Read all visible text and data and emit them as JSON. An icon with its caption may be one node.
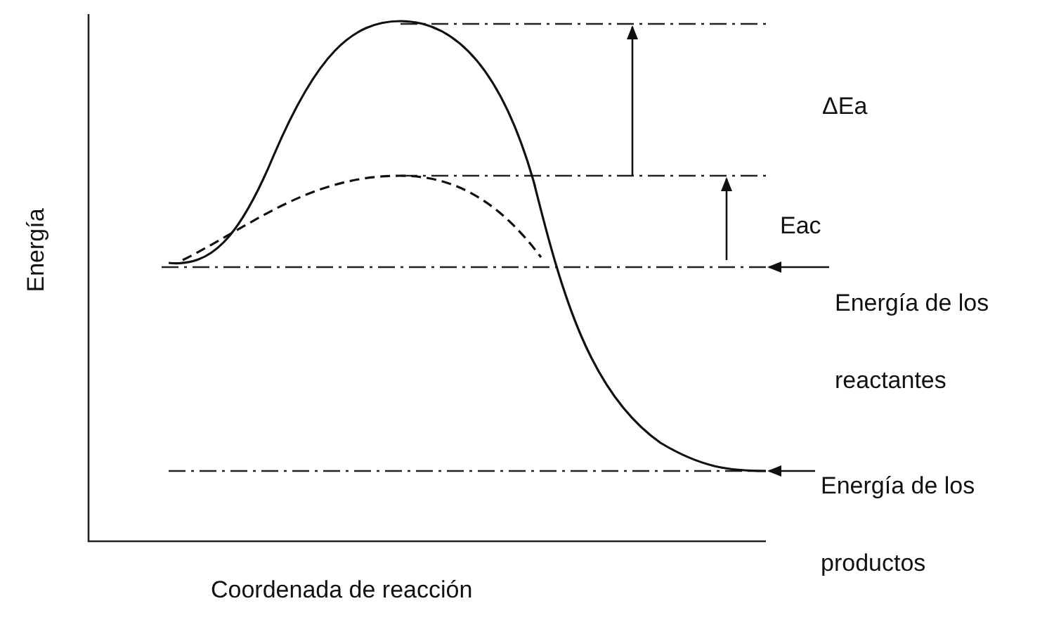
{
  "diagram": {
    "nodes": [
      {
        "text": [
          "Energía de los reactantes"
        ]
      },
      {
        "text": [
          "Energía de los productos"
        ]
      }
    ],
    "edges": [
      {
        "from": 0,
        "to": null,
        "arrow": "to"
      },
      {
        "from": 1,
        "to": null,
        "arrow": "to"
      }
    ],
    "labels": [
      "ΔEa",
      "Eac",
      "Energía",
      "Coordenada de reacción"
    ]
  }
}
